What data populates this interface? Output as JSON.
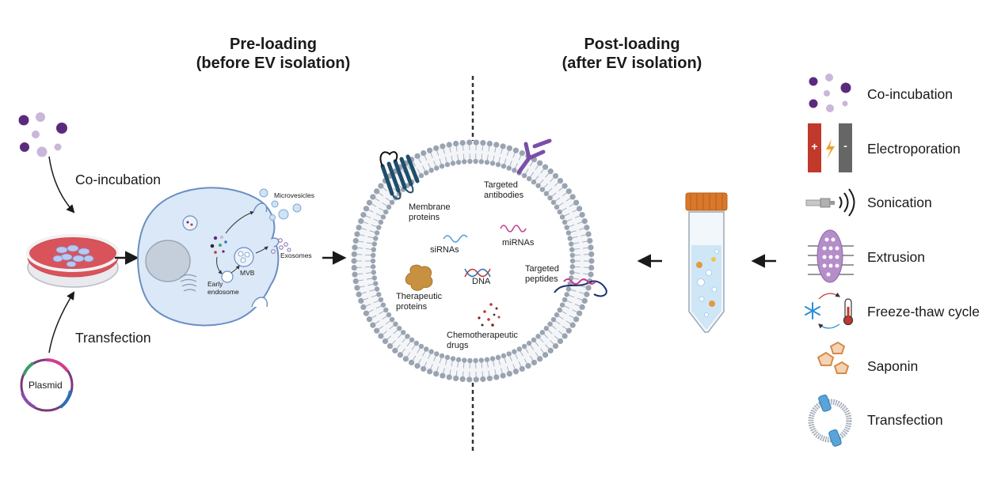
{
  "headings": {
    "pre_line1": "Pre-loading",
    "pre_line2": "(before EV isolation)",
    "post_line1": "Post-loading",
    "post_line2": "(after EV isolation)"
  },
  "left": {
    "coincubation": "Co-incubation",
    "transfection": "Transfection",
    "plasmid": "Plasmid"
  },
  "cell": {
    "microvesicles": "Microvesicles",
    "exosomes": "Exosomes",
    "mvb": "MVB",
    "early_endosome_1": "Early",
    "early_endosome_2": "endosome"
  },
  "ev": {
    "membrane_proteins_1": "Membrane",
    "membrane_proteins_2": "proteins",
    "targeted_antibodies_1": "Targeted",
    "targeted_antibodies_2": "antibodies",
    "sirnas": "siRNAs",
    "mirnas": "miRNAs",
    "dna": "DNA",
    "targeted_peptides_1": "Targeted",
    "targeted_peptides_2": "peptides",
    "therapeutic_proteins_1": "Therapeutic",
    "therapeutic_proteins_2": "proteins",
    "chemo_1": "Chemotherapeutic",
    "chemo_2": "drugs"
  },
  "methods": {
    "coincubation": "Co-incubation",
    "electroporation": "Electroporation",
    "electroporation_plus": "+",
    "electroporation_minus": "-",
    "sonication": "Sonication",
    "extrusion": "Extrusion",
    "freeze_thaw": "Freeze-thaw cycle",
    "saponin": "Saponin",
    "transfection": "Transfection"
  },
  "colors": {
    "purple_dark": "#5b2a7e",
    "purple_light": "#c9b6d9",
    "dish_red": "#d9535a",
    "cell_fill": "#dbe8f7",
    "cell_stroke": "#6a8fc2",
    "lipid": "#9aa4b1",
    "electrode_red": "#c0392b",
    "electrode_grey": "#666666",
    "tube_cap": "#d9782b",
    "extrusion_disc": "#b48dc9",
    "saponin": "#e5a36b",
    "transfection_blue": "#5aa4d8"
  }
}
